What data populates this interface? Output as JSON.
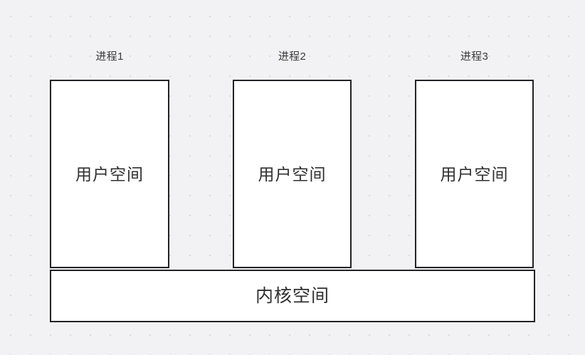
{
  "diagram": {
    "title": "",
    "background_color": "#f2f2f4",
    "grid_dot_color": "#dcdcde",
    "box_border_color": "#232326",
    "box_fill_color": "#ffffff",
    "text_color": "#2f2f2f",
    "processes": [
      {
        "label": "进程1",
        "box_text": "用户空间"
      },
      {
        "label": "进程2",
        "box_text": "用户空间"
      },
      {
        "label": "进程3",
        "box_text": "用户空间"
      }
    ],
    "kernel": {
      "label": "内核空间"
    }
  }
}
